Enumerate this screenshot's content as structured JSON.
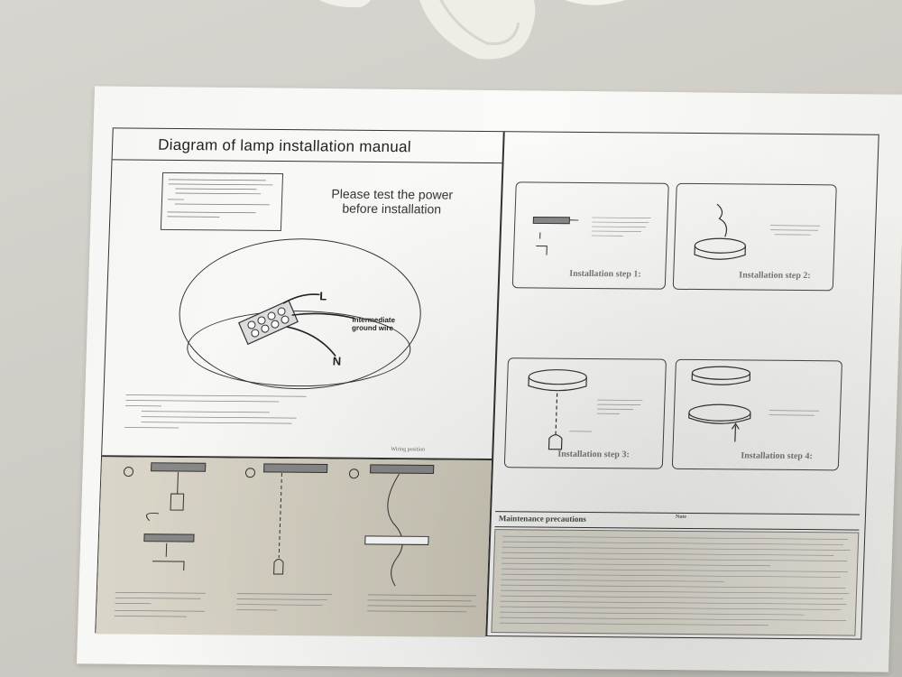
{
  "manual": {
    "title": "Diagram of lamp installation manual",
    "warning": "Please test the power before installation",
    "wire_labels": {
      "live": "L",
      "neutral": "N",
      "ground": "Intermediate ground wire"
    },
    "wiring_position_label": "Wiring position",
    "steps": [
      {
        "caption": "Installation step 1:"
      },
      {
        "caption": "Installation step 2:"
      },
      {
        "caption": "Installation step 3:"
      },
      {
        "caption": "Installation step 4:"
      }
    ],
    "maintenance": {
      "title": "Maintenance precautions",
      "note_label": "Note"
    }
  },
  "colors": {
    "paper": "#f7f7f5",
    "ink": "#333333",
    "table": "#d0cec7",
    "shaded_panel": "#d5d1c4"
  }
}
